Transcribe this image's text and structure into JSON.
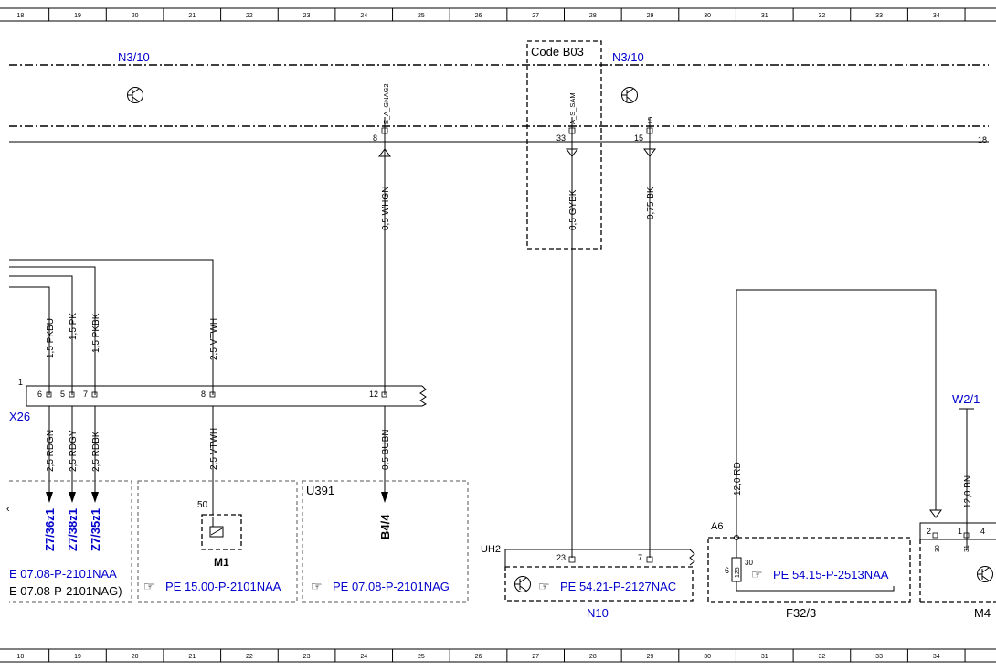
{
  "ruler": {
    "columns": [
      "18",
      "19",
      "20",
      "21",
      "22",
      "23",
      "24",
      "25",
      "26",
      "27",
      "28",
      "29",
      "30",
      "31",
      "32",
      "33",
      "34"
    ]
  },
  "components": {
    "n3_left": "N3/10",
    "n3_right": "N3/10",
    "code_b03": "Code B03",
    "x26": "X26",
    "u391": "U391",
    "uh2": "UH2",
    "w21": "W2/1",
    "a6": "A6",
    "m1": "M1",
    "n10": "N10",
    "f32": "F32/3",
    "m4": "M4"
  },
  "pins": {
    "e_a_gnag2": "E_A_GNAG2",
    "a_s_sam": "A_S_SAM",
    "p15": "15",
    "n8": "8",
    "n33": "33",
    "n15": "15",
    "n18": "18",
    "x26_1": "1",
    "x26_6": "6",
    "x26_5": "5",
    "x26_7": "7",
    "x26_8": "8",
    "x26_12": "12",
    "m1_50": "50",
    "n10_23": "23",
    "n10_7": "7",
    "f32_6": "6",
    "f32_125": "125",
    "f32_30": "30",
    "m4_2": "2",
    "m4_1": "1",
    "m4_4": "4",
    "m4_30": "30",
    "m4_31": "31"
  },
  "wires": {
    "whgn": "0,5 WHGN",
    "gybk": "0,5 GYBK",
    "bk": "0,75 BK",
    "pkbu": "1,5 PKBU",
    "pk": "1,5 PK",
    "pkbk": "1,5 PKBK",
    "vtwh_top": "2,5 VTWH",
    "vtwh_bot": "2,5 VTWH",
    "rdgn": "2,5 RDGN",
    "rdgy": "2,5 RDGY",
    "rdbk": "2,5 RDBK",
    "bubn": "0,5 BUBN",
    "rd": "12,0 RD",
    "bn": "12,0 BN"
  },
  "refs": {
    "z7_36": "Z7/36z1",
    "z7_38": "Z7/38z1",
    "z7_35": "Z7/35z1",
    "b44": "B4/4",
    "pe_left_1": "E 07.08-P-2101NAA",
    "pe_left_2": "E 07.08-P-2101NAG)",
    "pe_m1": "PE 15.00-P-2101NAA",
    "pe_u391": "PE 07.08-P-2101NAG",
    "pe_n10": "PE 54.21-P-2127NAC",
    "pe_f32": "PE 54.15-P-2513NAA"
  },
  "colors": {
    "link": "#0000cc",
    "line": "#000000",
    "ruler_border": "#000000"
  }
}
